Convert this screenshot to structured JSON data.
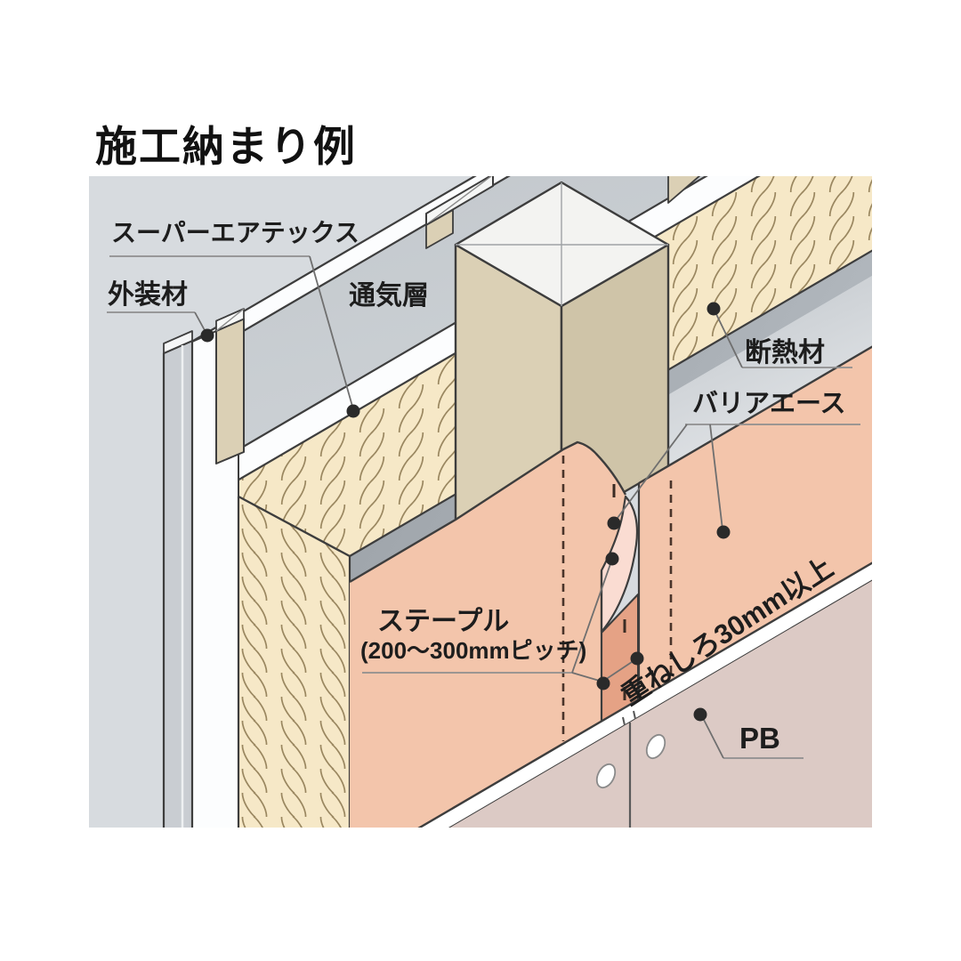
{
  "title": "施工納まり例",
  "labels": {
    "super_airtex": "スーパーエアテックス",
    "exterior": "外装材",
    "vent_layer": "通気層",
    "insulation": "断熱材",
    "barrier_ace": "バリアエース",
    "staple_line1": "ステープル",
    "staple_line2": "(200〜300mmピッチ)",
    "overlap": "重ねしろ30mm以上",
    "pb": "PB"
  },
  "palette": {
    "page_bg": "#ffffff",
    "diagram_bg": "#d7dbdf",
    "cladding_gray": "#c9cdd2",
    "white_sheet": "#fcfdfe",
    "wood_light": "#dbd0b5",
    "wood_dark": "#cfc4a8",
    "post_top": "#f3f3f1",
    "insulation_fill": "#f6e8c7",
    "insulation_stroke": "#9a8760",
    "vent_gray": "#c3c8cd",
    "steel_band": "#a6acb2",
    "wall_gray_right": "#c9ced3",
    "sheet_pink": "#f3c5ab",
    "sheet_pink_light": "#fadcd2",
    "sheet_pink_dark": "#e5a285",
    "pb_board": "#dccac5",
    "outline": "#3d3d3d",
    "leader": "#6f6f6f",
    "text": "#1d1d1d"
  }
}
